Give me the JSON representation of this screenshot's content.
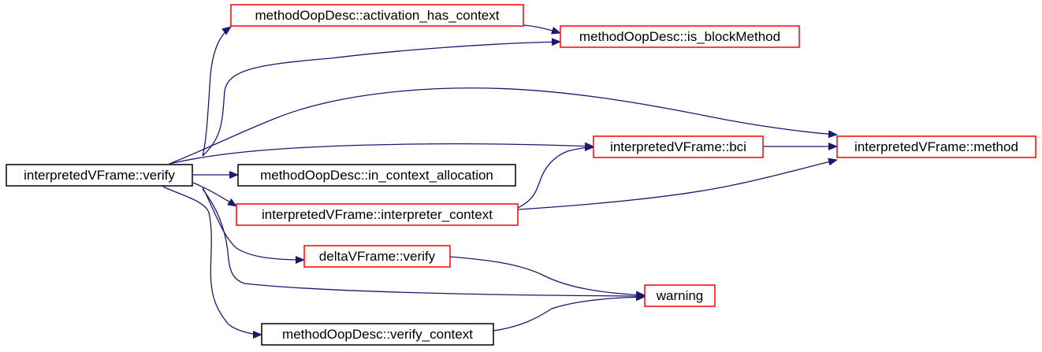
{
  "colors": {
    "edge": "#191970",
    "border_default": "#ff0000",
    "border_plain": "#000000",
    "fill_root": "#bfbfbf",
    "fill_default": "#ffffff"
  },
  "nodes": [
    {
      "id": "verify",
      "label": "interpretedVFrame::verify",
      "style": "root"
    },
    {
      "id": "activation_has_context",
      "label": "methodOopDesc::activation_has_context",
      "style": "red"
    },
    {
      "id": "is_blockMethod",
      "label": "methodOopDesc::is_blockMethod",
      "style": "red"
    },
    {
      "id": "bci",
      "label": "interpretedVFrame::bci",
      "style": "red"
    },
    {
      "id": "method",
      "label": "interpretedVFrame::method",
      "style": "red"
    },
    {
      "id": "in_context_allocation",
      "label": "methodOopDesc::in_context_allocation",
      "style": "black"
    },
    {
      "id": "interpreter_context",
      "label": "interpretedVFrame::interpreter_context",
      "style": "red"
    },
    {
      "id": "delta_verify",
      "label": "deltaVFrame::verify",
      "style": "red"
    },
    {
      "id": "warning",
      "label": "warning",
      "style": "red"
    },
    {
      "id": "verify_context",
      "label": "methodOopDesc::verify_context",
      "style": "black"
    }
  ],
  "edges": [
    {
      "from": "verify",
      "to": "activation_has_context"
    },
    {
      "from": "verify",
      "to": "is_blockMethod"
    },
    {
      "from": "verify",
      "to": "method"
    },
    {
      "from": "verify",
      "to": "bci"
    },
    {
      "from": "verify",
      "to": "in_context_allocation"
    },
    {
      "from": "verify",
      "to": "interpreter_context"
    },
    {
      "from": "verify",
      "to": "delta_verify"
    },
    {
      "from": "verify",
      "to": "warning"
    },
    {
      "from": "verify",
      "to": "verify_context"
    },
    {
      "from": "activation_has_context",
      "to": "is_blockMethod"
    },
    {
      "from": "bci",
      "to": "method"
    },
    {
      "from": "interpreter_context",
      "to": "bci"
    },
    {
      "from": "interpreter_context",
      "to": "method"
    },
    {
      "from": "delta_verify",
      "to": "warning"
    },
    {
      "from": "verify_context",
      "to": "warning"
    }
  ]
}
